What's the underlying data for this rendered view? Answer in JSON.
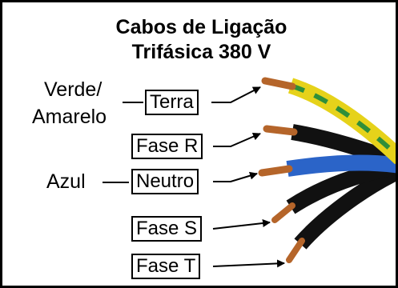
{
  "title": {
    "line1": "Cabos de Ligação",
    "line2": "Trifásica 380 V"
  },
  "side_labels": {
    "verde": "Verde/",
    "amarelo": "Amarelo",
    "azul": "Azul"
  },
  "wires": [
    {
      "label": "Terra",
      "insulation": "#e6d21a",
      "stripe": "#2f8f3a"
    },
    {
      "label": "Fase R",
      "insulation": "#111111"
    },
    {
      "label": "Neutro",
      "insulation": "#2b64c8"
    },
    {
      "label": "Fase S",
      "insulation": "#111111"
    },
    {
      "label": "Fase T",
      "insulation": "#111111"
    }
  ],
  "colors": {
    "copper": "#b5652a",
    "border": "#000000"
  }
}
